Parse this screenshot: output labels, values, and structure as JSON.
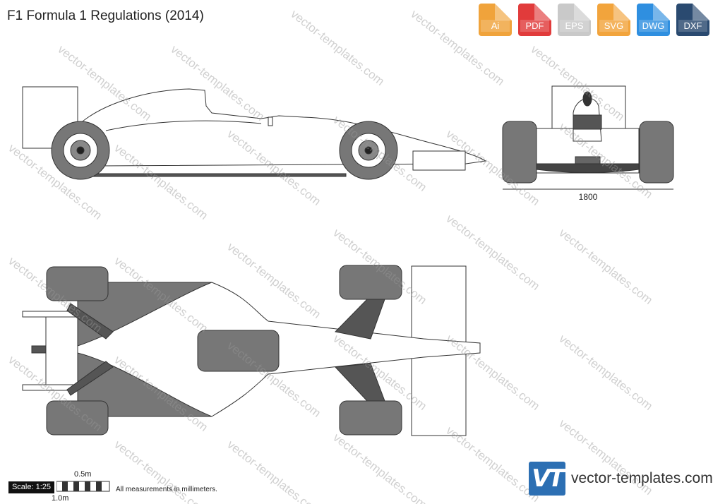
{
  "header": {
    "title": "F1 Formula 1 Regulations (2014)"
  },
  "formats": [
    {
      "label": "Ai",
      "color": "#f0a33b",
      "icon": "ai-file-icon"
    },
    {
      "label": "PDF",
      "color": "#e13b3b",
      "icon": "pdf-file-icon"
    },
    {
      "label": "EPS",
      "color": "#c9c9c9",
      "icon": "eps-file-icon"
    },
    {
      "label": "SVG",
      "color": "#f2a43c",
      "icon": "svg-file-icon"
    },
    {
      "label": "DWG",
      "color": "#2f8fe0",
      "icon": "dwg-file-icon"
    },
    {
      "label": "DXF",
      "color": "#2a4a70",
      "icon": "dxf-file-icon"
    }
  ],
  "dimensions": {
    "front_track": "1800"
  },
  "footer": {
    "scale_label": "Scale: 1:25",
    "half_meter": "0.5m",
    "one_meter": "1.0m",
    "note": "All measurements in millimeters.",
    "brand_logo": "VT",
    "brand_name": "vector-templates.com"
  },
  "watermark_text": "vector-templates.com",
  "colors": {
    "tire": "#777777",
    "line": "#333333",
    "logo": "#2c6fb3"
  }
}
